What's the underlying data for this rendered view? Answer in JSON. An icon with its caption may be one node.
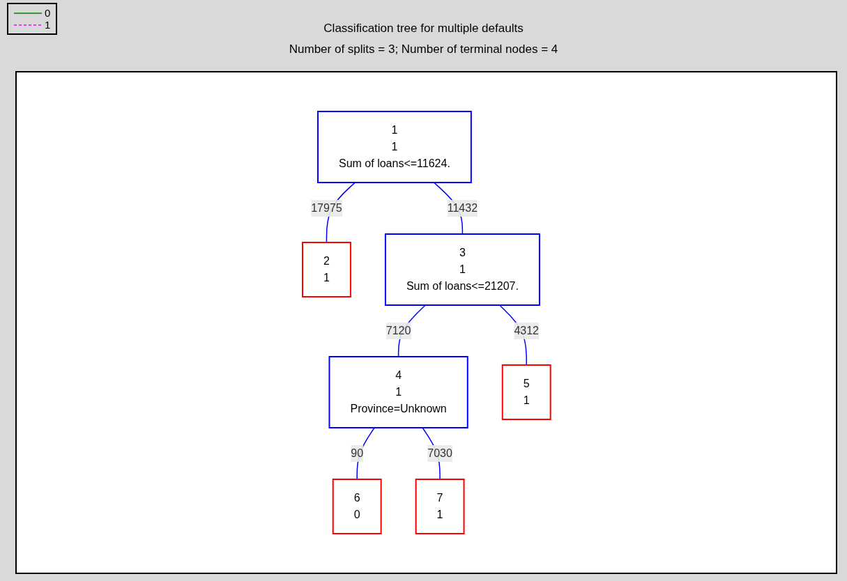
{
  "diagram": {
    "title": "Classification tree for multiple defaults",
    "caption": "Number of splits = 3; Number of terminal nodes = 4",
    "nodes": [
      {
        "text": [
          "1",
          "1",
          "Sum of loans<=11624."
        ]
      },
      {
        "text": [
          "2",
          "1"
        ]
      },
      {
        "text": [
          "3",
          "1",
          "Sum of loans<=21207."
        ]
      },
      {
        "text": [
          "4",
          "1",
          "Province=Unknown"
        ]
      },
      {
        "text": [
          "5",
          "1"
        ]
      },
      {
        "text": [
          "6",
          "0"
        ]
      },
      {
        "text": [
          "7",
          "1"
        ]
      }
    ],
    "edges": [
      {
        "from": 0,
        "to": 1,
        "arrow": "none",
        "label": "17975"
      },
      {
        "from": 0,
        "to": 2,
        "arrow": "none",
        "label": "11432"
      },
      {
        "from": 2,
        "to": 3,
        "arrow": "none",
        "label": "7120"
      },
      {
        "from": 2,
        "to": 4,
        "arrow": "none",
        "label": "4312"
      },
      {
        "from": 3,
        "to": 5,
        "arrow": "none",
        "label": "90"
      },
      {
        "from": 3,
        "to": 6,
        "arrow": "none",
        "label": "7030"
      }
    ],
    "legend": [
      {
        "text": "0"
      },
      {
        "text": "1"
      }
    ]
  }
}
